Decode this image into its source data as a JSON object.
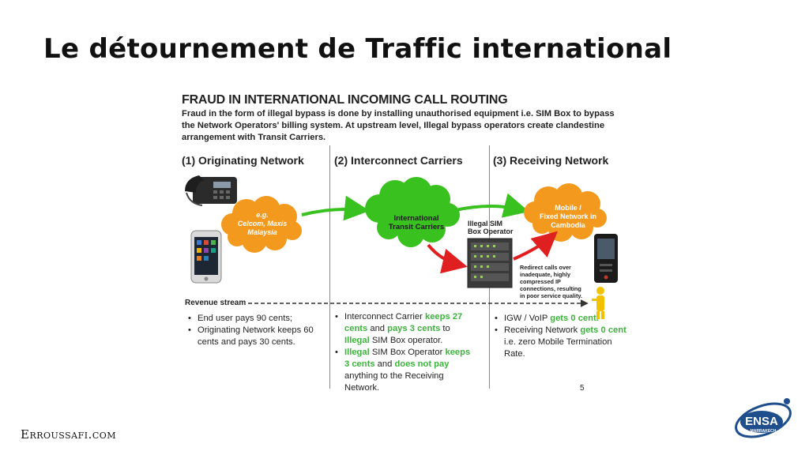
{
  "slide": {
    "title": "Le détournement de Traffic international",
    "footer": "Erroussafi.com"
  },
  "figure": {
    "heading": "FRAUD IN INTERNATIONAL INCOMING CALL ROUTING",
    "intro": "Fraud in the form of illegal bypass is done by installing unauthorised equipment i.e. SIM Box to bypass the Network Operators' billing system.  At upstream level, Illegal bypass operators create clandestine arrangement with Transit Carriers.",
    "columns": [
      "(1) Originating Network",
      "(2) Interconnect Carriers",
      "(3) Receiving Network"
    ],
    "clouds": {
      "originating": [
        "e.g.",
        "Celcom, Maxis",
        "Malaysia"
      ],
      "transit": [
        "International",
        "Transit Carriers"
      ],
      "receiving": [
        "Mobile /",
        "Fixed Network in",
        "Cambodia"
      ]
    },
    "simbox_label": [
      "Illegal SIM",
      "Box Operator"
    ],
    "redirect_note": [
      "Redirect calls over",
      "inadequate, highly",
      "compressed IP",
      "connections, resulting",
      "in poor service quality."
    ],
    "revenue_label": "Revenue stream",
    "col1_bullets": [
      {
        "text": "End user pays 90 cents;"
      },
      {
        "text": "Originating Network keeps 60 cents and pays 30 cents."
      }
    ],
    "col2_b1": [
      "Interconnect Carrier ",
      "keeps 27 cents",
      " and ",
      "pays 3 cents",
      " to ",
      "Illegal",
      " SIM Box operator."
    ],
    "col2_b2": [
      "Illegal",
      " SIM Box Operator ",
      "keeps 3 cents",
      " and ",
      "does not pay",
      " anything to the Receiving Network."
    ],
    "col3_b1": [
      "IGW / VoIP ",
      "gets 0 cent."
    ],
    "col3_b2": [
      "Receiving Network ",
      "gets 0 cent",
      " i.e. zero Mobile Termination Rate."
    ],
    "page_number": "5",
    "colors": {
      "green": "#3cb43c",
      "red": "#e02020",
      "orange": "#f39a1e",
      "cloud_green": "#39c21f"
    },
    "icons": [
      "desk-phone-icon",
      "smartphone-icon",
      "sim-box-icon",
      "mobile-phone-icon",
      "person-icon"
    ]
  },
  "logo": {
    "text": "ENSA",
    "subtext": "MARRAKECH"
  }
}
